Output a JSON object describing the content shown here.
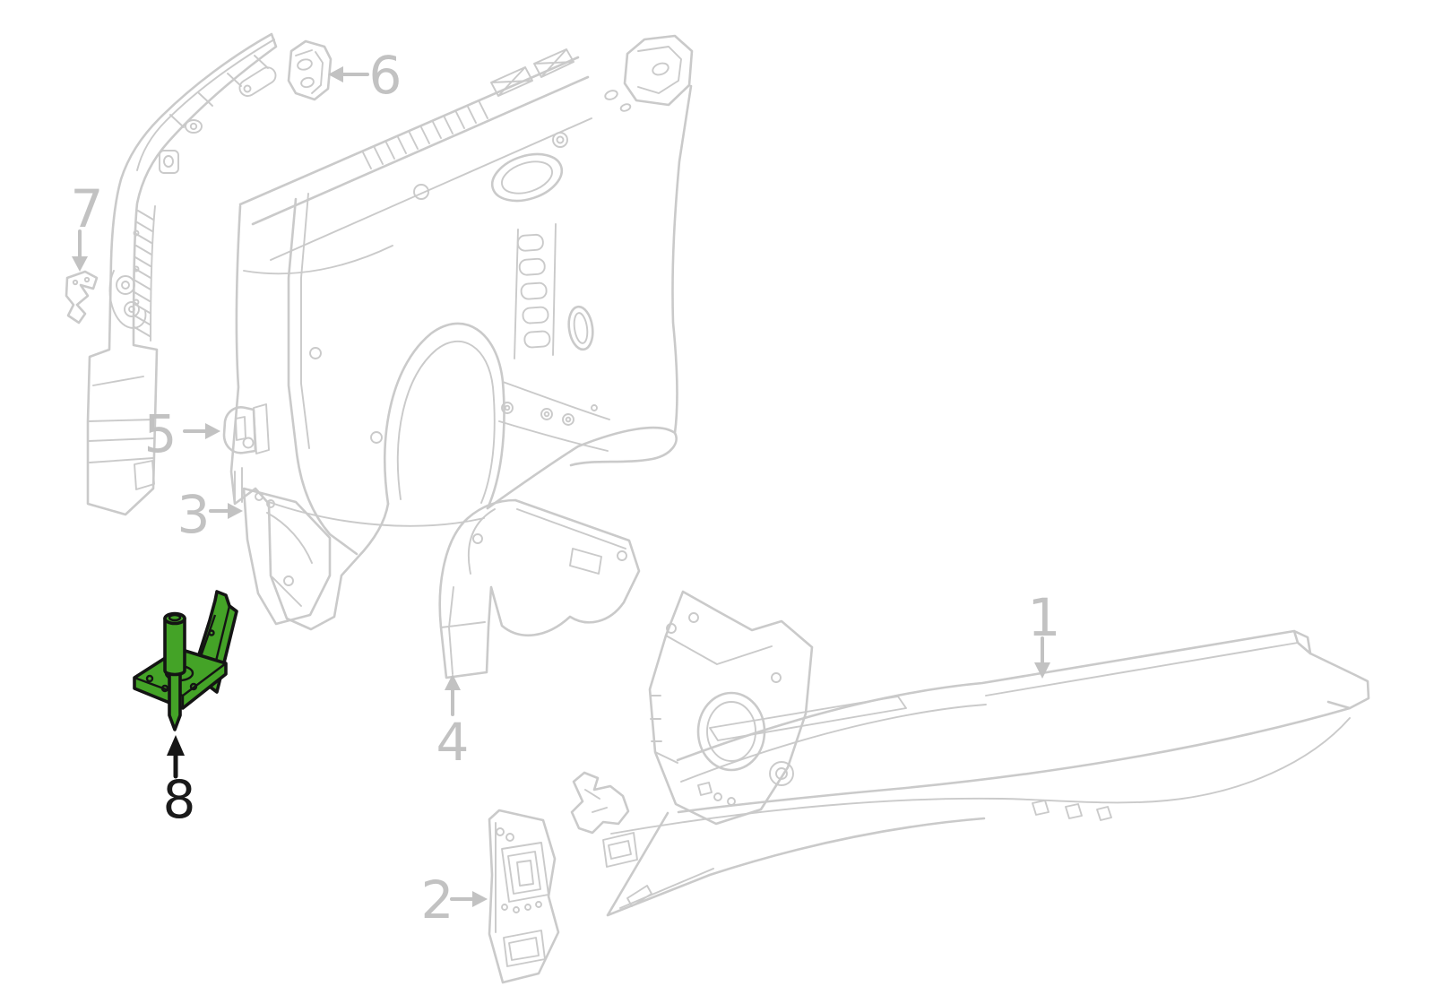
{
  "diagram": {
    "type": "exploded-parts-diagram",
    "highlighted_part": "8",
    "colors": {
      "background": "#ffffff",
      "line_art": "#cacaca",
      "callout_gray": "#c2c2c2",
      "callout_black": "#1a1a1a",
      "highlight_green": "#44a327",
      "highlight_outline": "#141414"
    },
    "callouts": [
      {
        "label": "1",
        "arrow_direction": "down",
        "highlighted": false
      },
      {
        "label": "2",
        "arrow_direction": "right",
        "highlighted": false
      },
      {
        "label": "3",
        "arrow_direction": "right",
        "highlighted": false
      },
      {
        "label": "4",
        "arrow_direction": "up",
        "highlighted": false
      },
      {
        "label": "5",
        "arrow_direction": "right",
        "highlighted": false
      },
      {
        "label": "6",
        "arrow_direction": "left",
        "highlighted": false
      },
      {
        "label": "7",
        "arrow_direction": "down",
        "highlighted": false
      },
      {
        "label": "8",
        "arrow_direction": "up",
        "highlighted": true
      }
    ]
  }
}
